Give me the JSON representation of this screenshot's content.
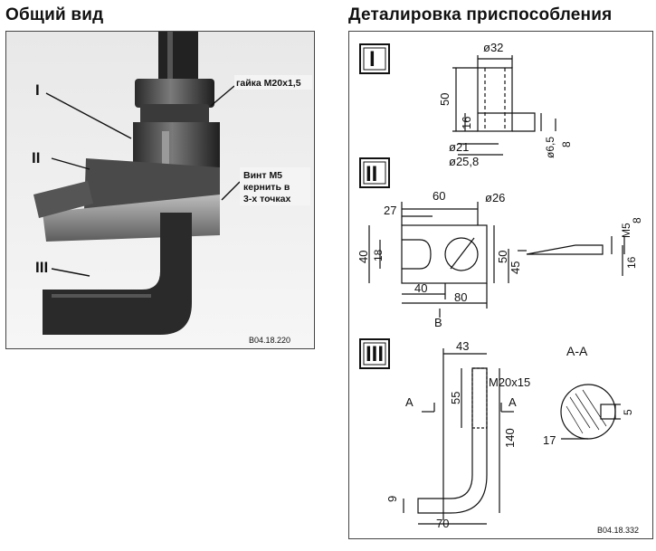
{
  "headings": {
    "general_view": "Общий вид",
    "fixture_details": "Деталировка приспособления"
  },
  "photo": {
    "callout_I": "I",
    "callout_II": "II",
    "callout_III": "III",
    "nut_label": "гайка М20х1,5",
    "screw_label_1": "Винт М5",
    "screw_label_2": "кернить в",
    "screw_label_3": "3-х точках",
    "ref_code": "В04.18.220"
  },
  "drawing": {
    "part_I": {
      "numeral": "I",
      "d_top": "ø32",
      "h_total": "50",
      "h_lower": "16",
      "d_hole1": "ø21",
      "d_hole2": "ø25,8",
      "d_small": "ø6,5",
      "depth": "8"
    },
    "part_II": {
      "numeral": "II",
      "w60": "60",
      "w27": "27",
      "d26": "ø26",
      "h40": "40",
      "h18": "18",
      "h50": "50",
      "h45": "45",
      "w40": "40",
      "w80": "80",
      "view_b": "В",
      "m5": "М5",
      "r8": "8",
      "r16": "16"
    },
    "part_III": {
      "numeral": "III",
      "w43": "43",
      "thread": "М20х15",
      "h55": "55",
      "h140": "140",
      "h9": "9",
      "w70": "70",
      "section_mark": "А",
      "section_title": "А-А",
      "s5": "5",
      "s17": "17"
    },
    "ref_code": "В04.18.332"
  }
}
